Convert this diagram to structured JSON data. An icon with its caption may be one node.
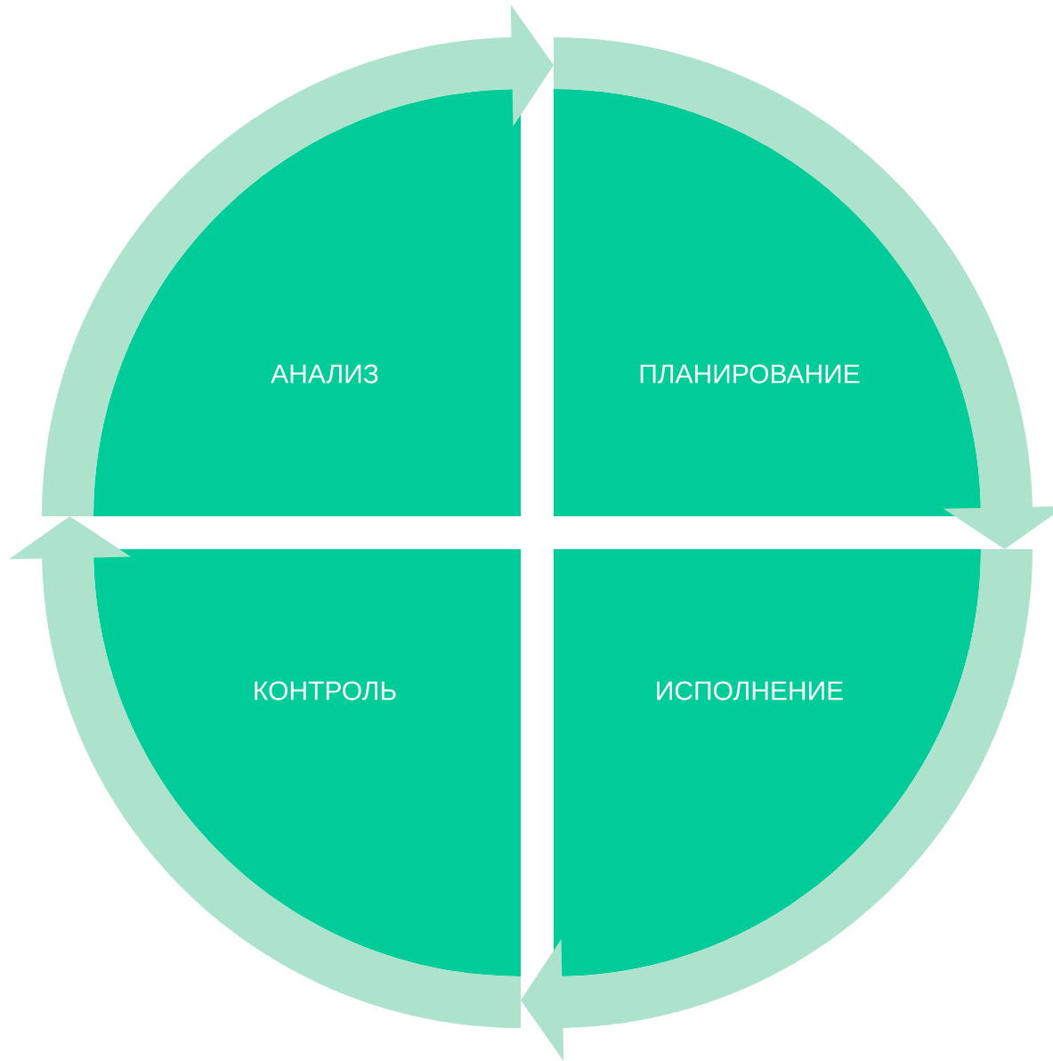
{
  "diagram": {
    "nodes": [
      {
        "text": [
          "АНАЛИЗ"
        ]
      },
      {
        "text": [
          "ПЛАНИРОВАНИЕ"
        ]
      },
      {
        "text": [
          "ИСПОЛНЕНИЕ"
        ]
      },
      {
        "text": [
          "КОНТРОЛЬ"
        ]
      }
    ],
    "edges": [
      {
        "from": 0,
        "to": 1,
        "arrow": "to"
      },
      {
        "from": 1,
        "to": 2,
        "arrow": "to"
      },
      {
        "from": 2,
        "to": 3,
        "arrow": "to"
      },
      {
        "from": 3,
        "to": 0,
        "arrow": "to"
      }
    ]
  }
}
